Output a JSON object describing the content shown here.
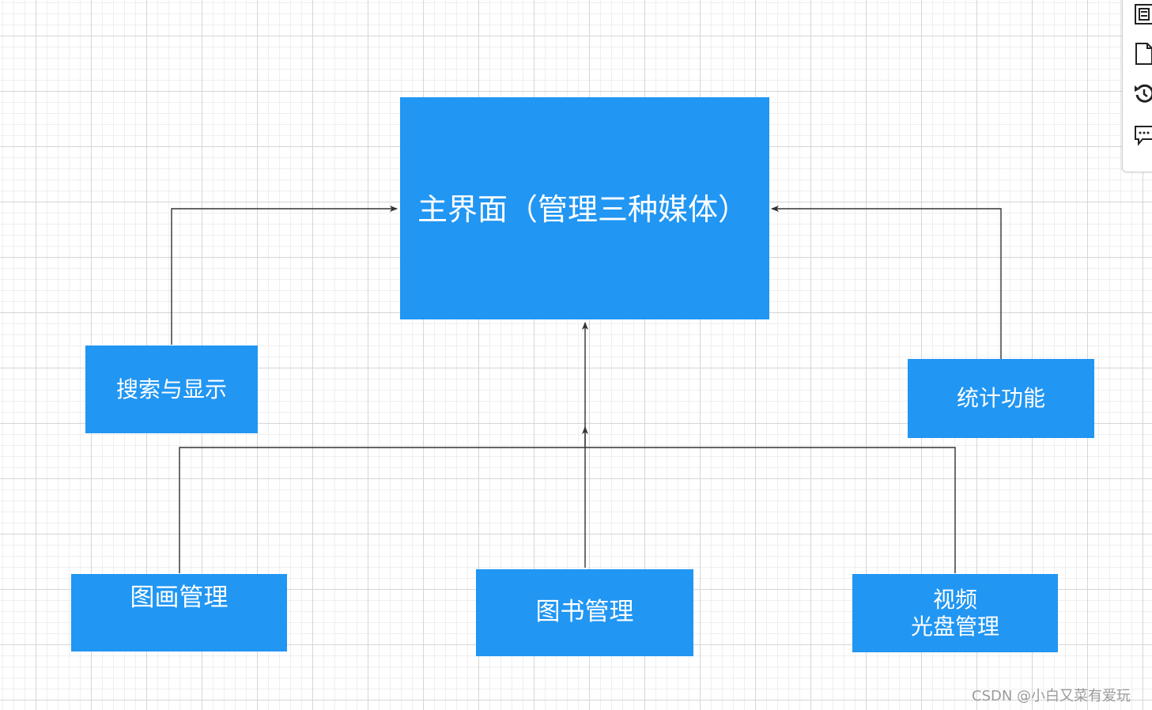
{
  "diagram": {
    "main": {
      "label": "主界面（管理三种媒体）"
    },
    "search": {
      "label": "搜索与显示"
    },
    "stats": {
      "label": "统计功能"
    },
    "painting": {
      "label": "图画管理"
    },
    "book": {
      "label": "图书管理"
    },
    "video": {
      "line1": "视频",
      "line2": "光盘管理"
    }
  },
  "toolbar": {
    "icons": [
      "format-panel-icon",
      "page-icon",
      "history-icon",
      "comment-icon"
    ]
  },
  "watermark": "CSDN @小白又菜有爱玩",
  "colors": {
    "node_fill": "#2196F3",
    "node_text": "#FFFFFF",
    "connector": "#333333",
    "grid": "#D6D6D6"
  }
}
